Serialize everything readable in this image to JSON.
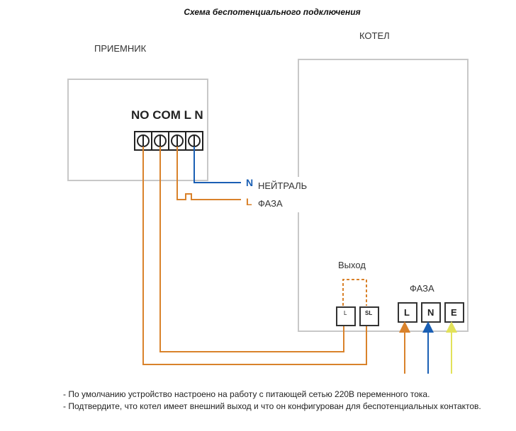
{
  "title": "Схема беспотенциального подключения",
  "receiver": {
    "label": "ПРИЕМНИК",
    "terminals": "NO COM L N"
  },
  "boiler": {
    "label": "КОТЕЛ",
    "output_label": "Выход",
    "output_terminals": [
      "L",
      "SL"
    ],
    "power_label": "ФАЗА",
    "power_terminals": [
      "L",
      "N",
      "E"
    ]
  },
  "supply": {
    "n_letter": "N",
    "n_label": "НЕЙТРАЛЬ",
    "l_letter": "L",
    "l_label": "ФАЗА"
  },
  "colors": {
    "phase": "#d9822b",
    "neutral": "#1a5fb4",
    "earth": "#e2e25a",
    "box": "#c8c8c8"
  },
  "notes": [
    "- По умолчанию устройство настроено на работу с питающей сетью 220В переменного тока.",
    "- Подтвердите, что котел имеет внешний выход и что он конфигурован для беспотенциальных контактов."
  ]
}
